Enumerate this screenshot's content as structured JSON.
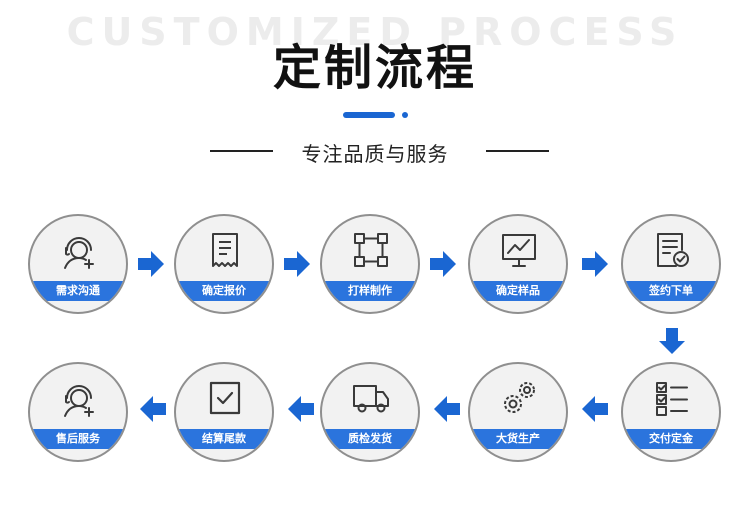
{
  "header": {
    "bg_text": "CUSTOMIZED PROCESS",
    "title": "定制流程",
    "subtitle": "专注品质与服务"
  },
  "colors": {
    "accent": "#1a66d2",
    "label_bar": "#2b74dd",
    "arrow": "#1a66d2",
    "icon": "#3a3a3a"
  },
  "steps": [
    {
      "label": "需求沟通",
      "icon": "customer-service-icon"
    },
    {
      "label": "确定报价",
      "icon": "receipt-icon"
    },
    {
      "label": "打样制作",
      "icon": "node-diagram-icon"
    },
    {
      "label": "确定样品",
      "icon": "monitor-chart-icon"
    },
    {
      "label": "签约下单",
      "icon": "sign-document-icon"
    },
    {
      "label": "交付定金",
      "icon": "checklist-icon"
    },
    {
      "label": "大货生产",
      "icon": "gears-icon"
    },
    {
      "label": "质检发货",
      "icon": "delivery-truck-icon"
    },
    {
      "label": "结算尾款",
      "icon": "checkbox-icon"
    },
    {
      "label": "售后服务",
      "icon": "customer-service-icon"
    }
  ]
}
